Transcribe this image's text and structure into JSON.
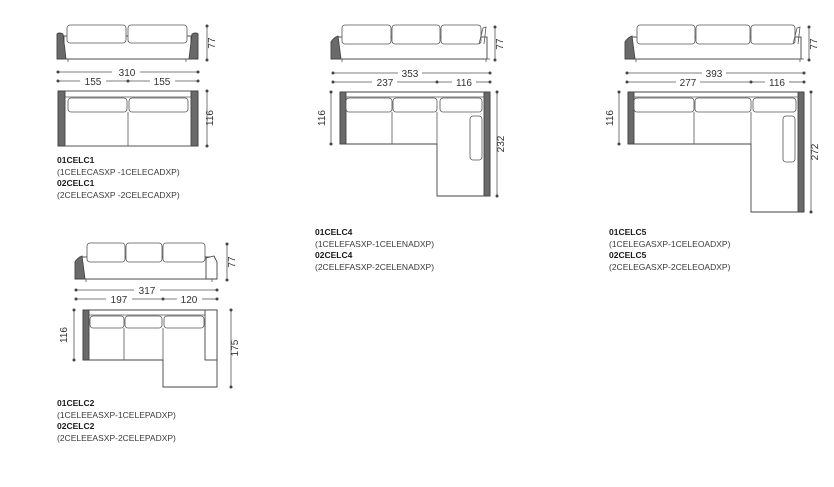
{
  "models": [
    {
      "id": "celc1",
      "dims": {
        "height": "77",
        "total": "310",
        "left": "155",
        "right": "155",
        "depth": "116"
      },
      "codes": [
        {
          "code": "01CELC1",
          "parts": "(1CELECASXP -1CELECADXP)"
        },
        {
          "code": "02CELC1",
          "parts": "(2CELECASXP -2CELECADXP)"
        }
      ]
    },
    {
      "id": "celc4",
      "dims": {
        "height": "77",
        "total": "353",
        "left": "237",
        "right": "116",
        "depth": "116",
        "chaise": "232"
      },
      "codes": [
        {
          "code": "01CELC4",
          "parts": "(1CELEFASXP-1CELENADXP)"
        },
        {
          "code": "02CELC4",
          "parts": "(2CELEFASXP-2CELENADXP)"
        }
      ]
    },
    {
      "id": "celc5",
      "dims": {
        "height": "77",
        "total": "393",
        "left": "277",
        "right": "116",
        "depth": "116",
        "chaise": "272"
      },
      "codes": [
        {
          "code": "01CELC5",
          "parts": "(1CELEGASXP-1CELEOADXP)"
        },
        {
          "code": "02CELC5",
          "parts": "(2CELEGASXP-2CELEOADXP)"
        }
      ]
    },
    {
      "id": "celc2",
      "dims": {
        "height": "77",
        "total": "317",
        "left": "197",
        "right": "120",
        "depth": "116",
        "chaise": "175"
      },
      "codes": [
        {
          "code": "01CELC2",
          "parts": "(1CELEEASXP-1CELEPADXP)"
        },
        {
          "code": "02CELC2",
          "parts": "(2CELEEASXP-2CELEPADXP)"
        }
      ]
    }
  ]
}
